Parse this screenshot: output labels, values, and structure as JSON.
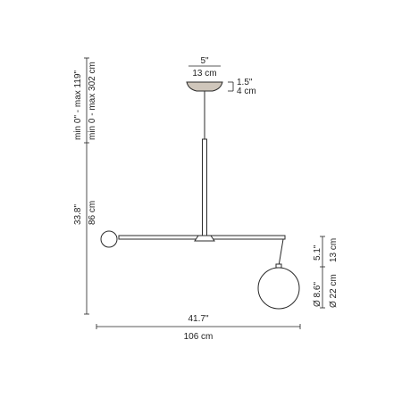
{
  "colors": {
    "ink": "#222222",
    "canopy_fill": "#cfc6bb",
    "globe_fill": "#ffffff"
  },
  "labels": {
    "canopy_width_in": "5\"",
    "canopy_width_cm": "13 cm",
    "canopy_height_in": "1.5\"",
    "canopy_height_cm": "4 cm",
    "cable_range_in": "min 0\" - max 119\"",
    "cable_range_cm": "min 0 - max 302 cm",
    "body_height_in": "33.8\"",
    "body_height_cm": "86 cm",
    "drop_in": "5.1\"",
    "drop_cm": "13 cm",
    "globe_diameter_in": "Ø 8.6\"",
    "globe_diameter_cm": "Ø 22 cm",
    "total_width_in": "41.7\"",
    "total_width_cm": "106 cm"
  }
}
